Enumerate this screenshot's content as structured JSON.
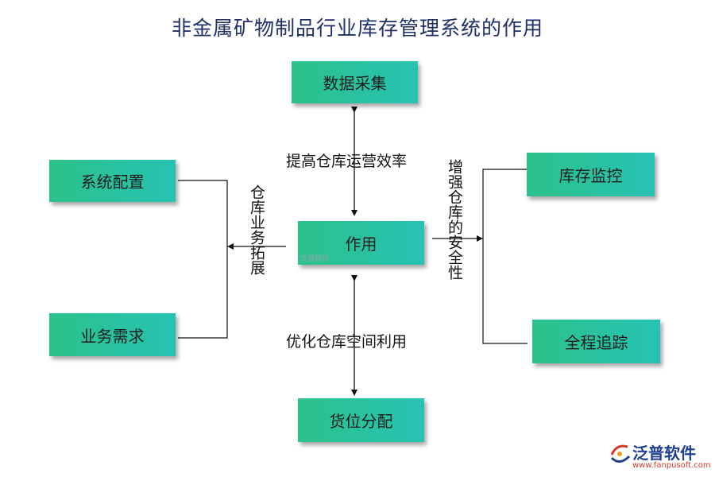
{
  "title": "非金属矿物制品行业库存管理系统的作用",
  "nodes": {
    "center": "作用",
    "top": "数据采集",
    "bottom": "货位分配",
    "left_top": "系统配置",
    "left_bottom": "业务需求",
    "right_top": "库存监控",
    "right_bottom": "全程追踪"
  },
  "labels": {
    "top": "提高仓库运营效率",
    "bottom": "优化仓库空间利用",
    "left": "仓库业务拓展",
    "right": "增强仓库的安全性"
  },
  "watermark": "泛普软件",
  "logo": {
    "name": "泛普软件",
    "url": "www.fanpusoft.com"
  },
  "colors": {
    "box_start": "#2cc28a",
    "box_end": "#27c2b3",
    "title": "#1f2f68"
  }
}
